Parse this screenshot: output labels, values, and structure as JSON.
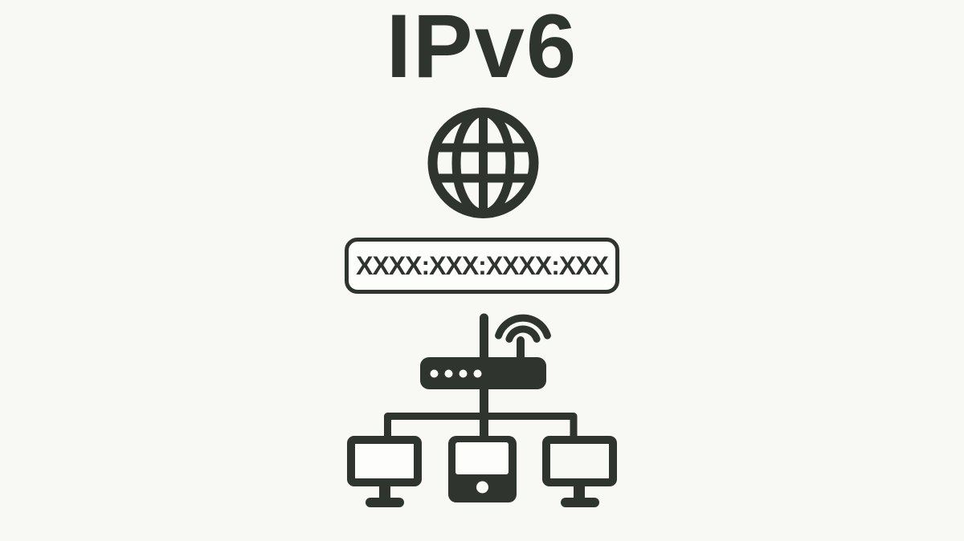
{
  "title": "IPv6",
  "address_box": {
    "value": "XXXX:XXX:XXXX:XXX"
  },
  "colors": {
    "ink": "#2f342f",
    "background": "#f8f8f5",
    "panel": "#fdfdfb"
  },
  "icons": {
    "globe": "globe-icon",
    "router": "wifi-router-icon",
    "wifi": "wifi-signal-icon",
    "monitor_left": "monitor-icon",
    "device_center": "desktop-device-icon",
    "monitor_right": "monitor-icon",
    "connectors": "network-connection-lines"
  }
}
